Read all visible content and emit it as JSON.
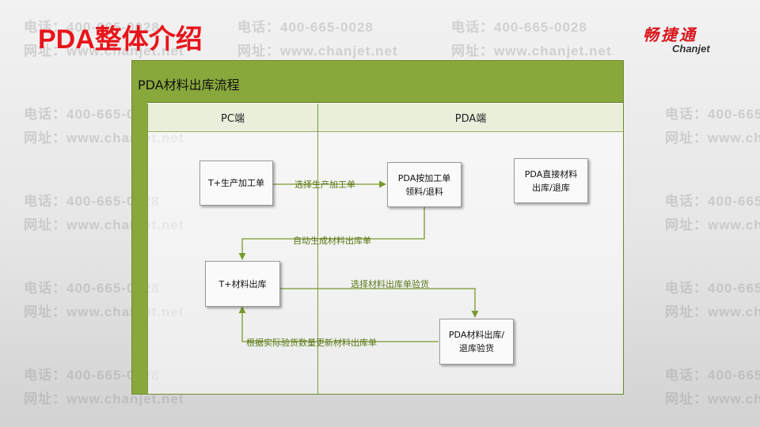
{
  "page": {
    "title": "PDA整体介绍"
  },
  "logo": {
    "cn": "畅捷通",
    "en": "Chanjet"
  },
  "watermark": {
    "phone": "电话：400-665-0028",
    "site": "网址：www.chanjet.net"
  },
  "diagram": {
    "title": "PDA材料出库流程",
    "lanes": [
      "PC端",
      "PDA端"
    ],
    "nodes": {
      "production_order": "T+生产加工单",
      "pda_pick": "PDA按加工单\n领料/退料",
      "pda_direct": "PDA直接材料\n出库/退库",
      "material_out": "T+材料出库",
      "pda_inspect": "PDA材料出库/\n退库验货"
    },
    "edges": {
      "select_order": "选择生产加工单",
      "auto_generate": "自动生成材料出库单",
      "select_out_inspect": "选择材料出库单验货",
      "update_by_qty": "根据实际验货数量更新材料出库单"
    },
    "colors": {
      "accent": "#89a83c",
      "arrow": "#7a9a2e",
      "title": "#e8141b"
    }
  }
}
